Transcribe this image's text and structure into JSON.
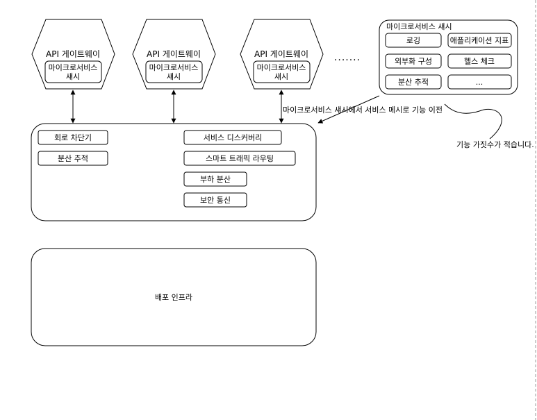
{
  "gateways": [
    {
      "title": "API 게이트웨이",
      "inner_label": "마이크로서비스 섀시"
    },
    {
      "title": "API 게이트웨이",
      "inner_label": "마이크로서비스 섀시"
    },
    {
      "title": "API 게이트웨이",
      "inner_label": "마이크로서비스 섀시"
    }
  ],
  "ellipsis": "·······",
  "chassis_panel": {
    "title": "마이크로서비스 섀시",
    "items": [
      "로깅",
      "애플리케이션 지표",
      "외부화 구성",
      "헬스 체크",
      "분산 추적",
      "..."
    ]
  },
  "migration_label": "마이크로서비스 섀시에서 서비스 메시로 기능 이전",
  "note": "기능 가짓수가 적습니다.",
  "service_mesh": {
    "left_items": [
      "회로 차단기",
      "분산 추적"
    ],
    "right_items": [
      "서비스 디스커버리",
      "스마트 트래픽 라우팅",
      "부하 분산",
      "보안 통신"
    ]
  },
  "deploy_infra": {
    "label": "배포 인프라"
  }
}
